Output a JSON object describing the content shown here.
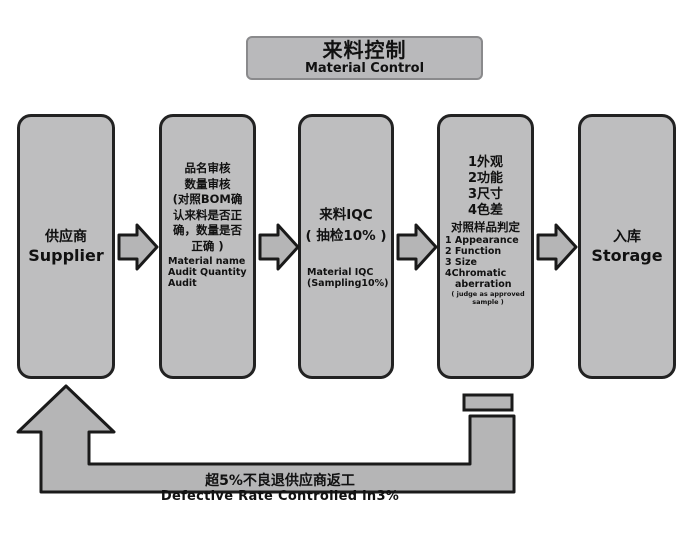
{
  "title": {
    "cn": "来料控制",
    "en": "Material Control"
  },
  "stages": {
    "supplier": {
      "cn": "供应商",
      "en": "Supplier"
    },
    "review": {
      "cn_lines": [
        "品名审核",
        "数量审核",
        "(对照BOM确",
        "认来料是否正",
        "确，数量是否",
        "正确 )"
      ],
      "en_lines": [
        "Material name",
        "Audit Quantity",
        "Audit"
      ]
    },
    "iqc": {
      "cn_lines": [
        "来料IQC",
        "( 抽检10% )"
      ],
      "en_lines": [
        "Material IQC",
        "(Sampling10%)"
      ]
    },
    "inspection": {
      "cn_lines": [
        "1外观",
        "2功能",
        "3尺寸",
        "4色差",
        "对照样品判定"
      ],
      "en_lines": [
        "1 Appearance",
        "2 Function",
        "3 Size",
        "4Chromatic"
      ],
      "en_indent": "aberration",
      "en_note": "( judge as approved sample )"
    },
    "storage": {
      "cn": "入库",
      "en": "Storage"
    }
  },
  "feedback": {
    "cn": "超5%不良退供应商返工",
    "en": "Defective Rate Controlled in3%"
  },
  "colors": {
    "box_fill": "#bebebf",
    "box_border": "#222222",
    "title_fill": "#b9b9bb",
    "arrow_fill": "#b5b5b6"
  }
}
